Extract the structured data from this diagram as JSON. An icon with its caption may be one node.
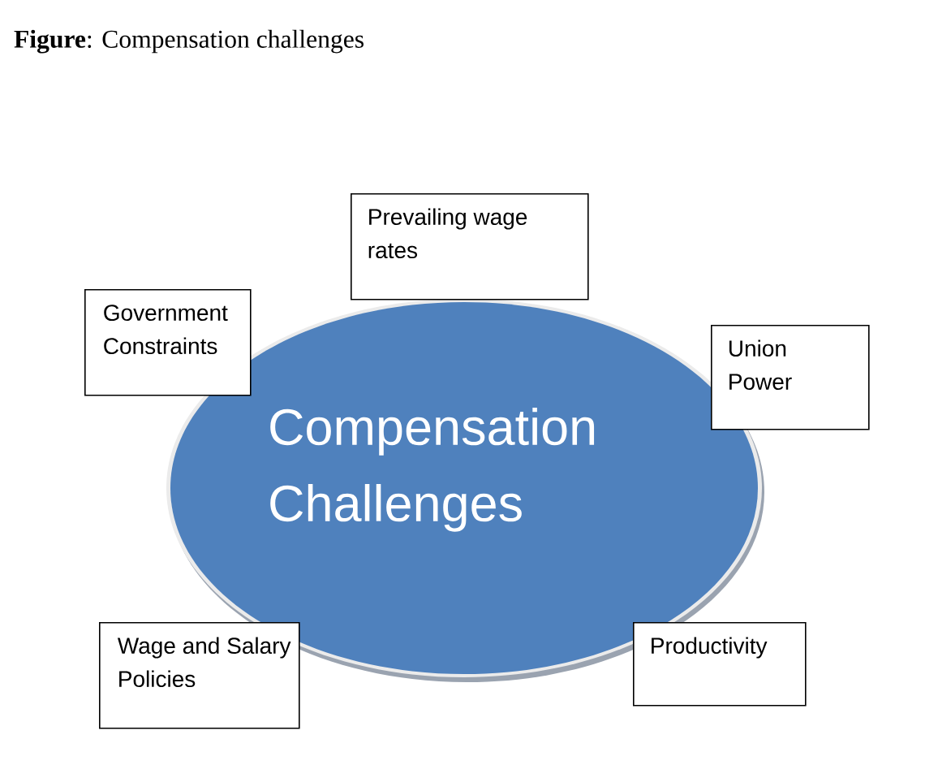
{
  "diagram": {
    "title": "**Figure**: Compensation challenges",
    "nodes": [
      {
        "text": [
          "Compensation Challenges"
        ]
      },
      {
        "text": [
          "Prevailing wage rates"
        ]
      },
      {
        "text": [
          "Government Constraints"
        ]
      },
      {
        "text": [
          "Union Power"
        ]
      },
      {
        "text": [
          "Wage and Salary Policies"
        ]
      },
      {
        "text": [
          "Productivity"
        ]
      }
    ]
  }
}
